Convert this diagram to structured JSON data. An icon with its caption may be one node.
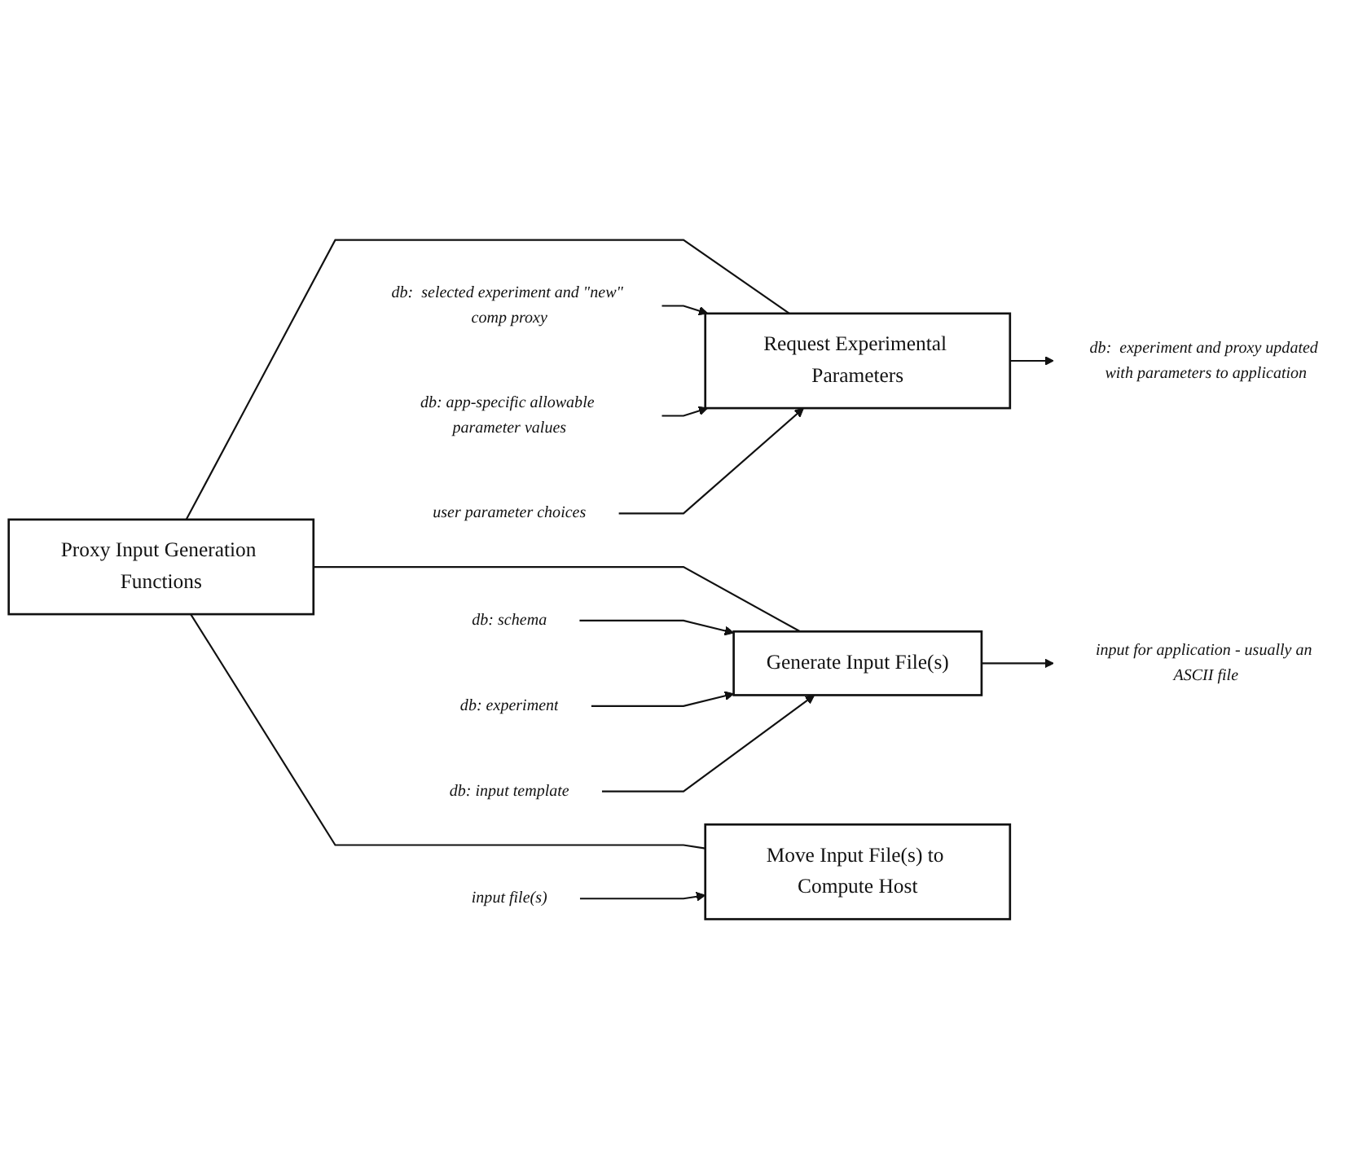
{
  "diagram": {
    "nodes": [
      {
        "text": [
          "Proxy Input Generation Functions"
        ]
      },
      {
        "text": [
          "Request Experimental Parameters"
        ]
      },
      {
        "text": [
          "Generate Input File(s)"
        ]
      },
      {
        "text": [
          "Move Input File(s) to Compute Host"
        ]
      },
      {
        "text": [
          "db:  selected experiment and \"new\" comp proxy"
        ]
      },
      {
        "text": [
          "db: app-specific allowable parameter values"
        ]
      },
      {
        "text": [
          "user parameter choices"
        ]
      },
      {
        "text": [
          "db:  experiment and proxy updated with parameters to application"
        ]
      },
      {
        "text": [
          "db: schema"
        ]
      },
      {
        "text": [
          "db: experiment"
        ]
      },
      {
        "text": [
          "db: input template"
        ]
      },
      {
        "text": [
          "input for application - usually an ASCII file"
        ]
      },
      {
        "text": [
          "input file(s)"
        ]
      }
    ],
    "edges": [
      {
        "from": 0,
        "to": 1,
        "arrow": "none"
      },
      {
        "from": 0,
        "to": 2,
        "arrow": "none"
      },
      {
        "from": 0,
        "to": 3,
        "arrow": "none"
      },
      {
        "from": 4,
        "to": 1,
        "arrow": "to"
      },
      {
        "from": 5,
        "to": 1,
        "arrow": "to"
      },
      {
        "from": 6,
        "to": 1,
        "arrow": "to"
      },
      {
        "from": 1,
        "to": 7,
        "arrow": "to"
      },
      {
        "from": 8,
        "to": 2,
        "arrow": "to"
      },
      {
        "from": 9,
        "to": 2,
        "arrow": "to"
      },
      {
        "from": 10,
        "to": 2,
        "arrow": "to"
      },
      {
        "from": 2,
        "to": 11,
        "arrow": "to"
      },
      {
        "from": 12,
        "to": 3,
        "arrow": "to"
      }
    ]
  }
}
